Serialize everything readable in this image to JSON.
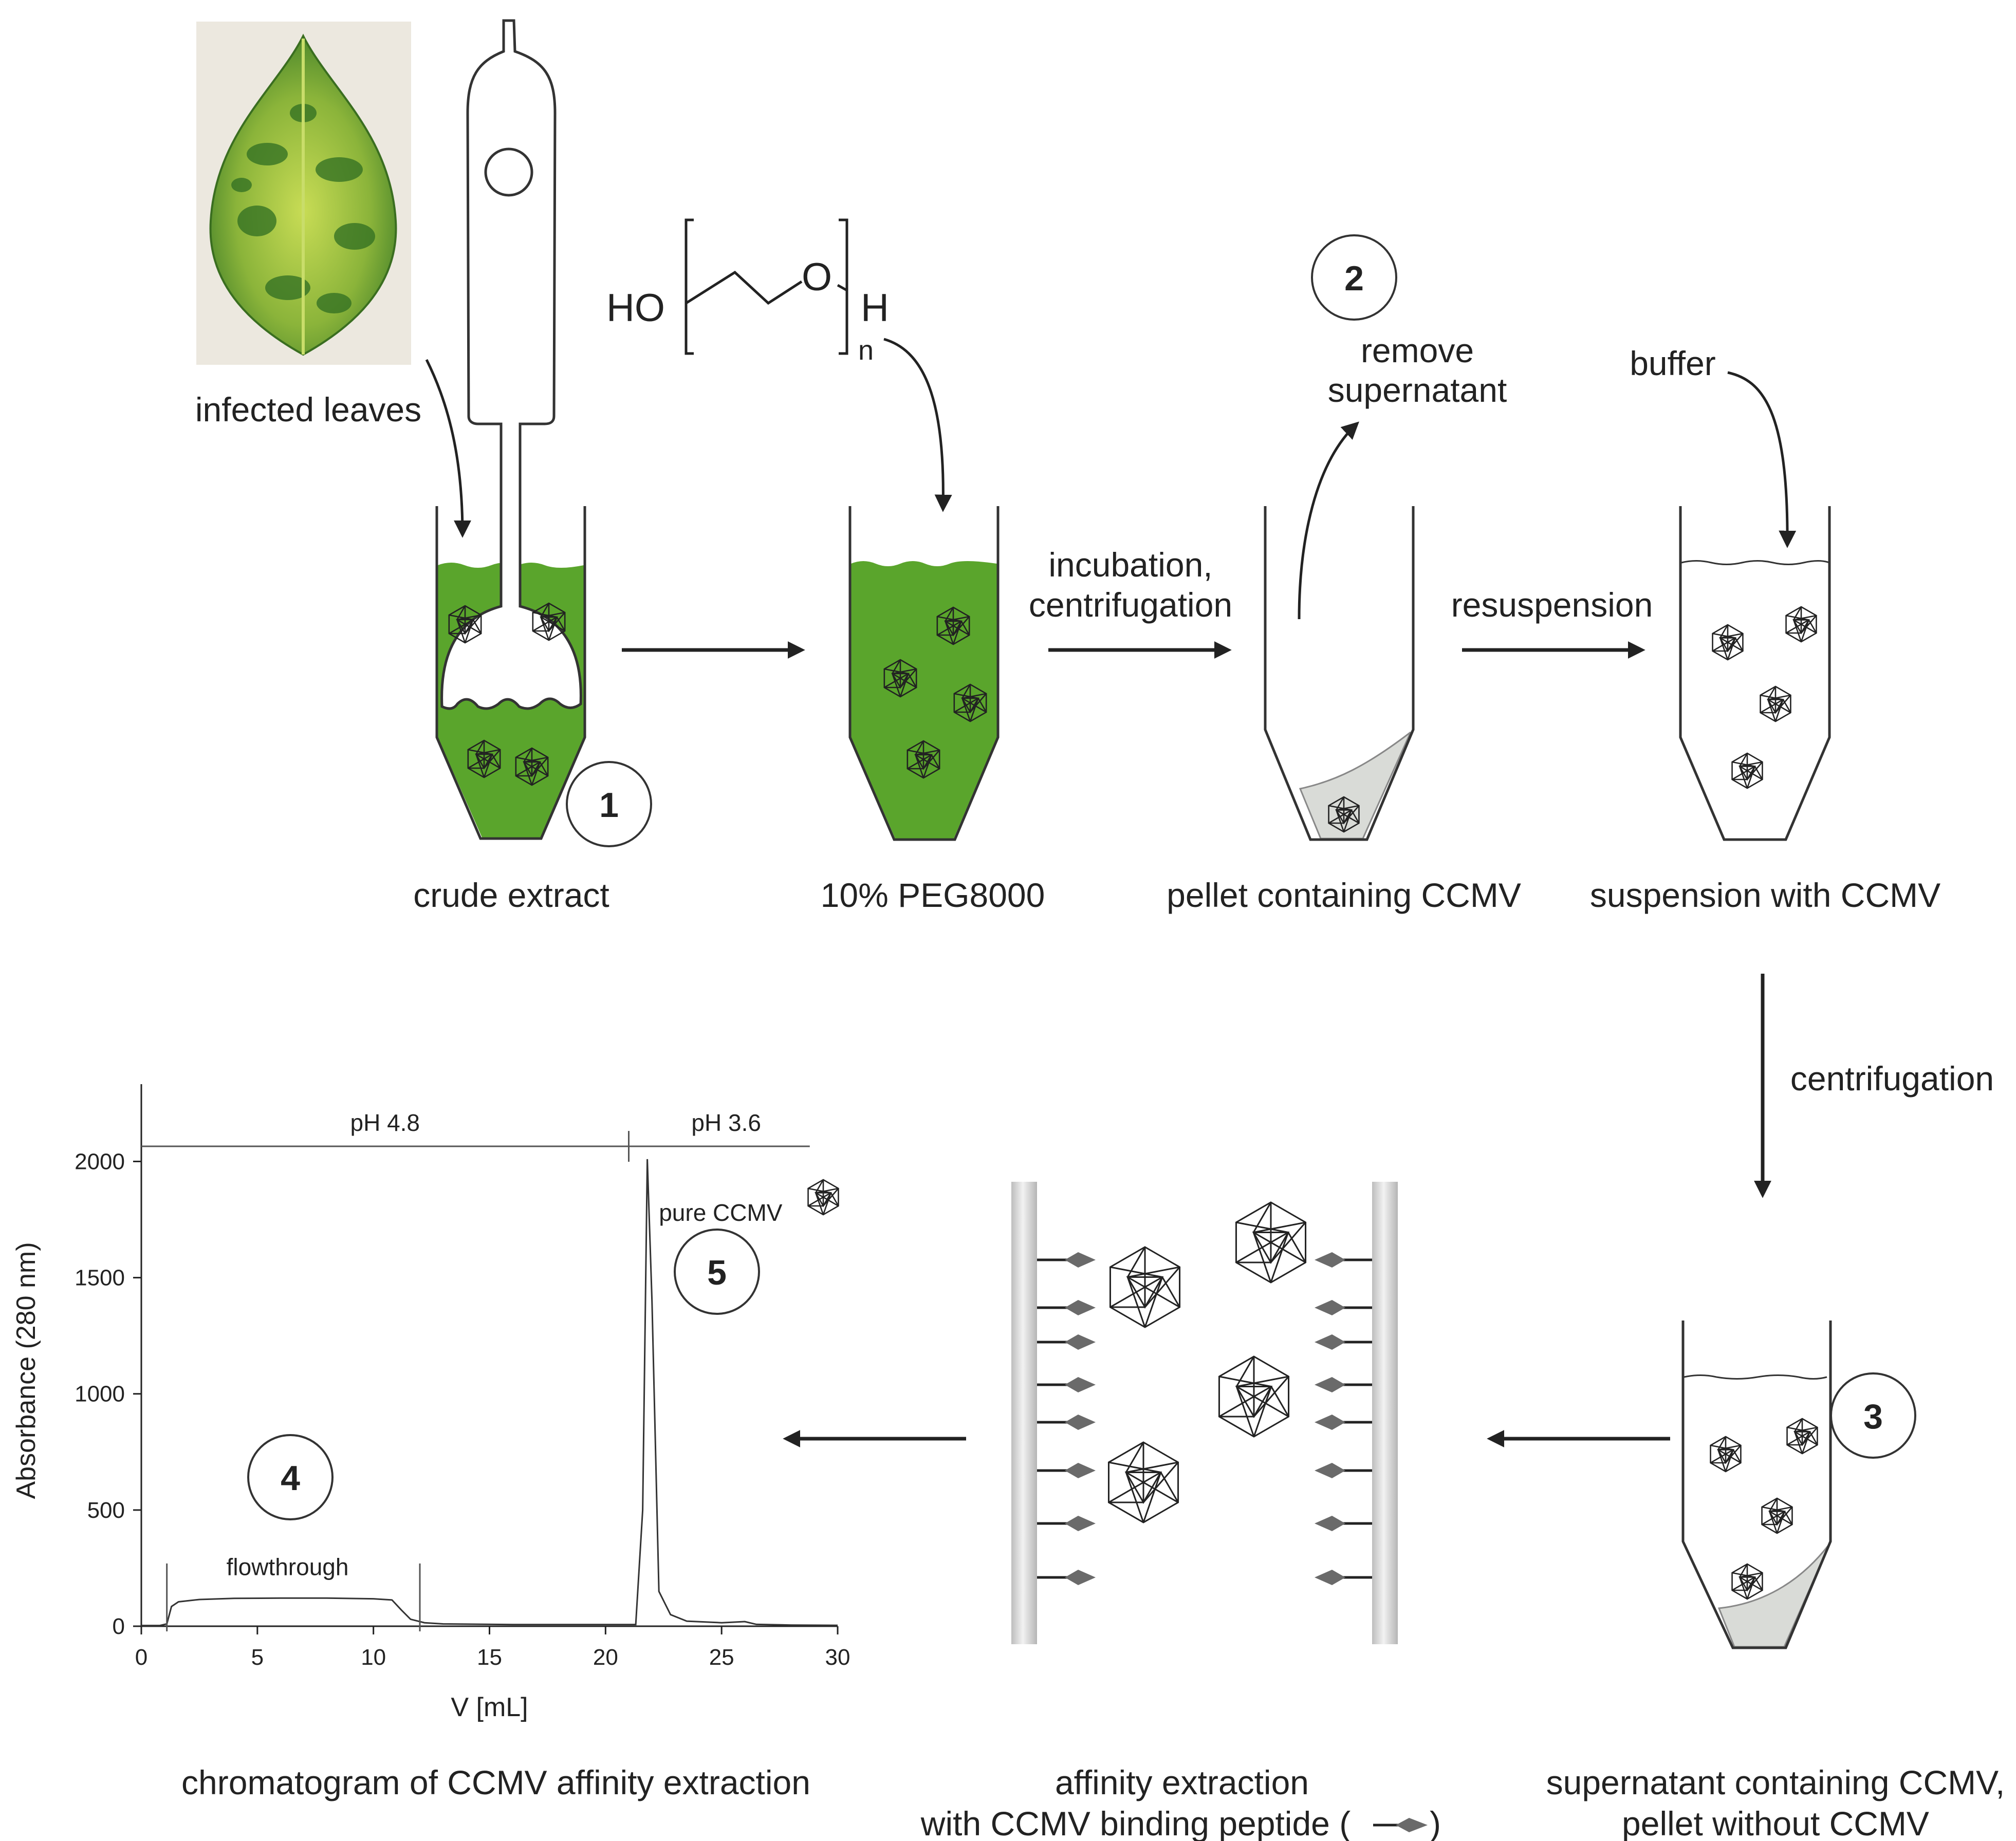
{
  "colors": {
    "green": "#5aa52c",
    "grey_pellet": "#d9dbd7",
    "ink": "#222222",
    "rail": "#d2d2d2",
    "peptide": "#6a6a6a"
  },
  "labels": {
    "infected_leaves": "infected leaves",
    "crude_extract": "crude extract",
    "peg_solution": "10% PEG8000",
    "pellet_ccmv": "pellet containing CCMV",
    "suspension_ccmv": "suspension with CCMV",
    "remove_1": "remove",
    "remove_2": "supernatant",
    "buffer": "buffer",
    "incubation_1": "incubation,",
    "incubation_2": "centrifugation",
    "resuspension": "resuspension",
    "centrifugation": "centrifugation",
    "supernatant_1": "supernatant containing CCMV,",
    "supernatant_2": "pellet without CCMV",
    "affinity_1": "affinity extraction",
    "affinity_2": "with CCMV binding peptide (",
    "affinity_close": ")",
    "chromatogram": "chromatogram of CCMV affinity extraction"
  },
  "peg": {
    "ho": "HO",
    "o": "O",
    "h": "H",
    "n": "n"
  },
  "steps": [
    "1",
    "2",
    "3",
    "4",
    "5"
  ],
  "chart_data": {
    "type": "line",
    "xlabel": "V [mL]",
    "ylabel": "Absorbance (280 nm)",
    "xlim": [
      0,
      30
    ],
    "ylim": [
      0,
      2200
    ],
    "xticks": [
      0,
      5,
      10,
      15,
      20,
      25,
      30
    ],
    "yticks": [
      0,
      500,
      1000,
      1500,
      2000
    ],
    "x": [
      0,
      0.8,
      1.1,
      1.3,
      1.6,
      2.5,
      4,
      6,
      8,
      10,
      10.8,
      11.2,
      11.6,
      12.2,
      13,
      16,
      20,
      21.3,
      21.6,
      21.8,
      22.0,
      22.3,
      22.8,
      23.5,
      25,
      26,
      26.5,
      28,
      30
    ],
    "y": [
      3,
      3,
      10,
      85,
      105,
      115,
      120,
      121,
      121,
      118,
      113,
      70,
      30,
      15,
      10,
      7,
      7,
      7,
      500,
      2010,
      1400,
      150,
      50,
      22,
      15,
      20,
      8,
      5,
      4
    ],
    "ph_segments": [
      "pH 4.8",
      "pH 3.6"
    ],
    "ph_switch_x": 21,
    "flowthrough_range": [
      1.1,
      12
    ],
    "annotations": [
      "flowthrough",
      "pure CCMV"
    ]
  }
}
